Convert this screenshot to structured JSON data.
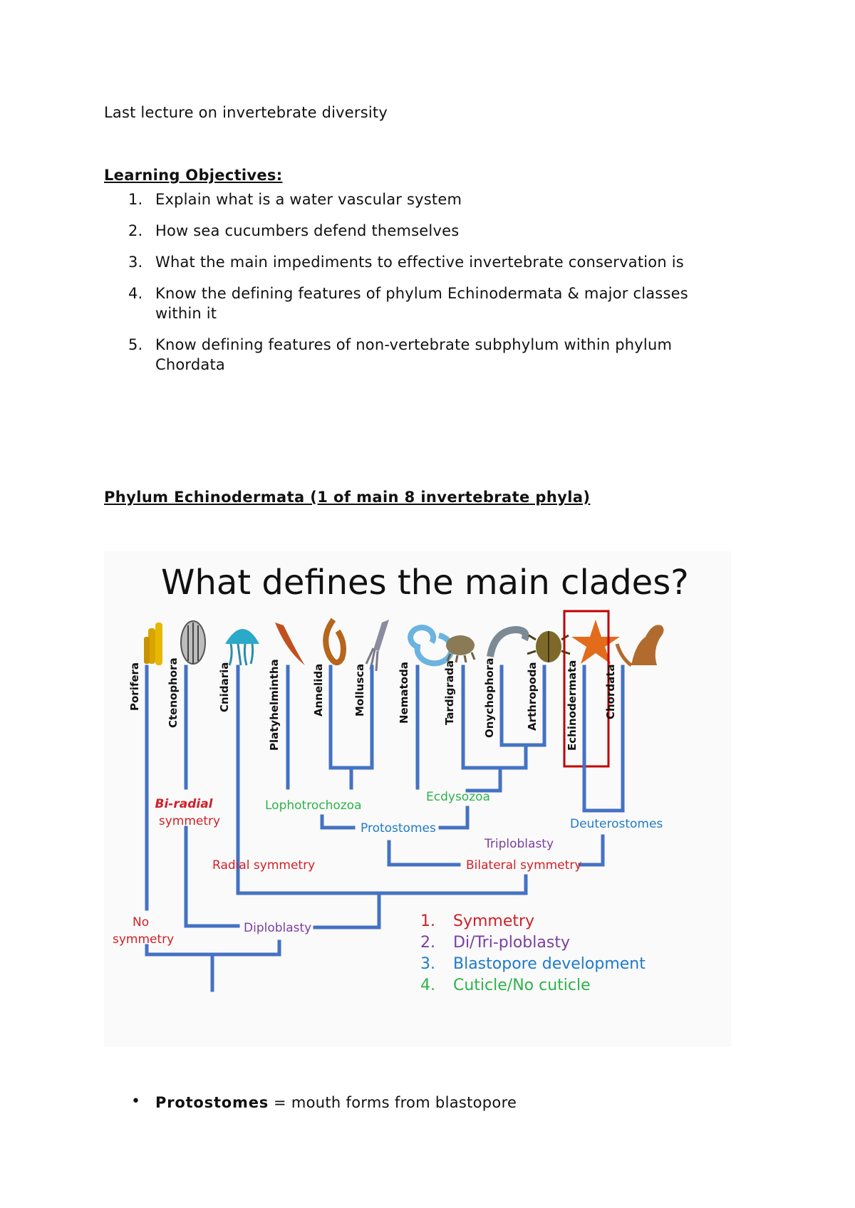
{
  "page": {
    "title": "Last lecture on invertebrate diversity",
    "learning_objectives": {
      "heading": "Learning Objectives:",
      "items": [
        {
          "num": "1.",
          "text": "Explain what is a water vascular system"
        },
        {
          "num": "2.",
          "text": "How sea cucumbers defend themselves"
        },
        {
          "num": "3.",
          "text": "What the main impediments to effective invertebrate conservation is"
        },
        {
          "num": "4.",
          "text": "Know the defining features of phylum Echinodermata & major classes within it"
        },
        {
          "num": "5.",
          "text": "Know defining features of non-vertebrate subphylum within phylum Chordata"
        }
      ]
    },
    "section_heading": "Phylum Echinodermata (1 of main 8 invertebrate phyla)",
    "figure": {
      "title": "What defines the main clades?",
      "phyla": [
        "Porifera",
        "Ctenophora",
        "Cnidaria",
        "Platyhelmintha",
        "Annelida",
        "Mollusca",
        "Nematoda",
        "Tardigrada",
        "Onychophora",
        "Arthropoda",
        "Echinodermata",
        "Chordata"
      ],
      "highlighted_phylum": "Echinodermata",
      "clade_labels": {
        "no_symmetry_1": "No",
        "no_symmetry_2": "symmetry",
        "biradial_1": "Bi-radial",
        "biradial_2": "symmetry",
        "radial": "Radial symmetry",
        "diploblasty": "Diploblasty",
        "lophotrochozoa": "Lophotrochozoa",
        "ecdysozoa": "Ecdysozoa",
        "protostomes": "Protostomes",
        "deuterostomes": "Deuterostomes",
        "triploblasty": "Triploblasty",
        "bilateral": "Bilateral symmetry"
      },
      "legend": [
        {
          "num": "1.",
          "text": "Symmetry",
          "color": "#d11f26"
        },
        {
          "num": "2.",
          "text": "Di/Tri-ploblasty",
          "color": "#7a3fa0"
        },
        {
          "num": "3.",
          "text": "Blastopore development",
          "color": "#1f7ac9"
        },
        {
          "num": "4.",
          "text": "Cuticle/No cuticle",
          "color": "#2db34a"
        }
      ],
      "colors": {
        "tree": "#4472c4",
        "symmetry": "#d11f26",
        "ploblasty": "#7a3fa0",
        "blastopore": "#1f7ac9",
        "cuticle": "#2db34a",
        "highlight": "#c00000"
      },
      "icons": [
        "sponge-icon",
        "comb-jelly-icon",
        "jellyfish-icon",
        "flatworm-icon",
        "annelid-worm-icon",
        "squid-icon",
        "roundworm-icon",
        "tardigrade-icon",
        "velvet-worm-icon",
        "beetle-icon",
        "starfish-icon",
        "kangaroo-icon"
      ]
    },
    "bullets": [
      {
        "term": "Protostomes",
        "text": " = mouth forms from blastopore"
      }
    ]
  }
}
